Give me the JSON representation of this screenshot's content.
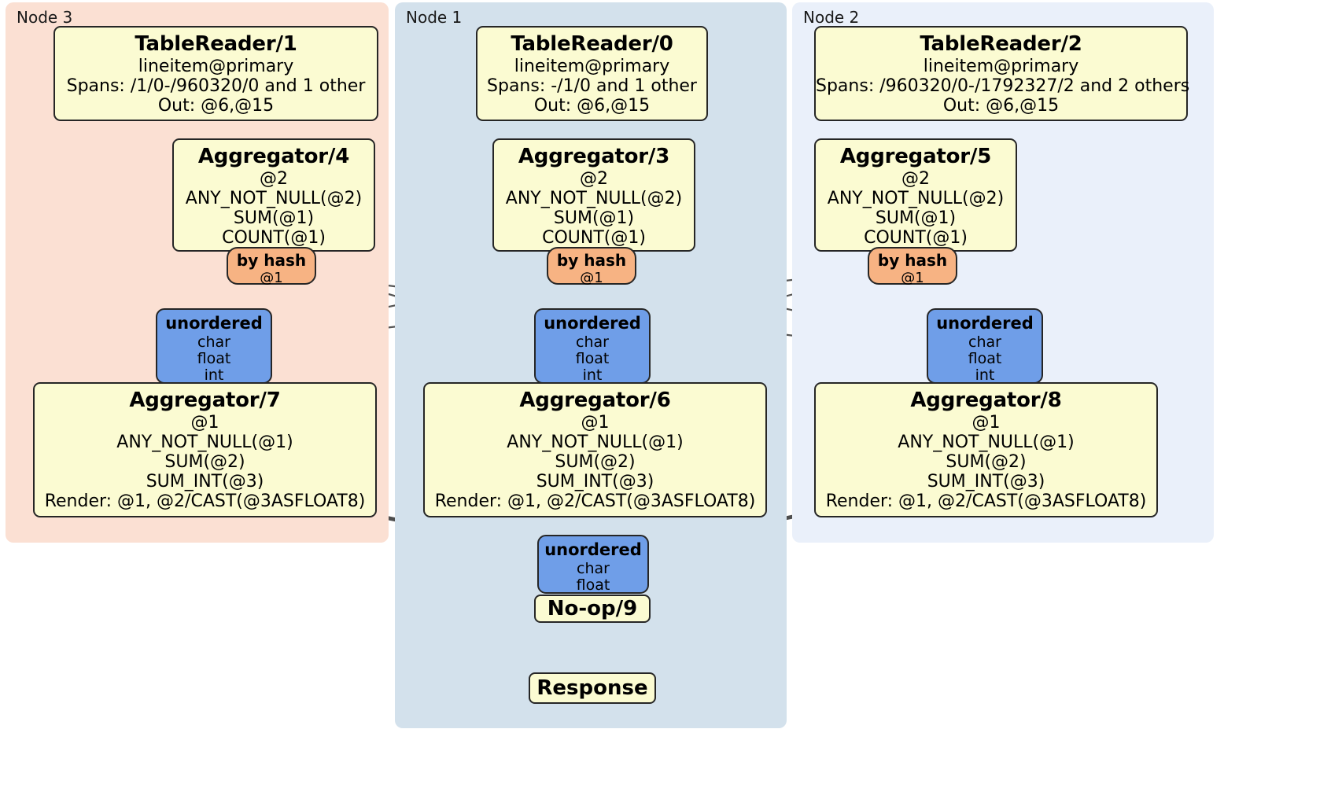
{
  "diagram": {
    "title": "Distributed SQL physical plan",
    "colors": {
      "node3_panel": "#fbe0d3",
      "node1_panel": "#d3e1ec",
      "node2_panel": "#eaf0fa",
      "processor_box": "#fbfbd2",
      "router_box": "#f7b383",
      "synchronizer_box": "#6f9ee8",
      "edge": "#4d4d4d",
      "thin_edge": "#555555",
      "outline": "#262626"
    },
    "nodes": [
      {
        "id": "node3",
        "label": "Node 3"
      },
      {
        "id": "node1",
        "label": "Node 1"
      },
      {
        "id": "node2",
        "label": "Node 2"
      }
    ],
    "boxes": {
      "tablereader1": {
        "title": "TableReader/1",
        "lines": [
          "lineitem@primary",
          "Spans: /1/0-/960320/0 and 1 other",
          "Out: @6,@15"
        ]
      },
      "tablereader0": {
        "title": "TableReader/0",
        "lines": [
          "lineitem@primary",
          "Spans: -/1/0 and 1 other",
          "Out: @6,@15"
        ]
      },
      "tablereader2": {
        "title": "TableReader/2",
        "lines": [
          "lineitem@primary",
          "Spans: /960320/0-/1792327/2 and 2 others",
          "Out: @6,@15"
        ]
      },
      "aggregator4": {
        "title": "Aggregator/4",
        "lines": [
          "@2",
          "ANY_NOT_NULL(@2)",
          "SUM(@1)",
          "COUNT(@1)"
        ]
      },
      "aggregator3": {
        "title": "Aggregator/3",
        "lines": [
          "@2",
          "ANY_NOT_NULL(@2)",
          "SUM(@1)",
          "COUNT(@1)"
        ]
      },
      "aggregator5": {
        "title": "Aggregator/5",
        "lines": [
          "@2",
          "ANY_NOT_NULL(@2)",
          "SUM(@1)",
          "COUNT(@1)"
        ]
      },
      "router4": {
        "title": "by hash",
        "lines": [
          "@1"
        ]
      },
      "router3": {
        "title": "by hash",
        "lines": [
          "@1"
        ]
      },
      "router5": {
        "title": "by hash",
        "lines": [
          "@1"
        ]
      },
      "sync7": {
        "title": "unordered",
        "lines": [
          "char",
          "float",
          "int"
        ]
      },
      "sync6": {
        "title": "unordered",
        "lines": [
          "char",
          "float",
          "int"
        ]
      },
      "sync8": {
        "title": "unordered",
        "lines": [
          "char",
          "float",
          "int"
        ]
      },
      "aggregator7": {
        "title": "Aggregator/7",
        "lines": [
          "@1",
          "ANY_NOT_NULL(@1)",
          "SUM(@2)",
          "SUM_INT(@3)",
          "Render: @1, @2/CAST(@3ASFLOAT8)"
        ]
      },
      "aggregator6": {
        "title": "Aggregator/6",
        "lines": [
          "@1",
          "ANY_NOT_NULL(@1)",
          "SUM(@2)",
          "SUM_INT(@3)",
          "Render: @1, @2/CAST(@3ASFLOAT8)"
        ]
      },
      "aggregator8": {
        "title": "Aggregator/8",
        "lines": [
          "@1",
          "ANY_NOT_NULL(@1)",
          "SUM(@2)",
          "SUM_INT(@3)",
          "Render: @1, @2/CAST(@3ASFLOAT8)"
        ]
      },
      "sync9": {
        "title": "unordered",
        "lines": [
          "char",
          "float"
        ]
      },
      "noop9": {
        "title": "No-op/9"
      },
      "response": {
        "title": "Response"
      }
    }
  }
}
